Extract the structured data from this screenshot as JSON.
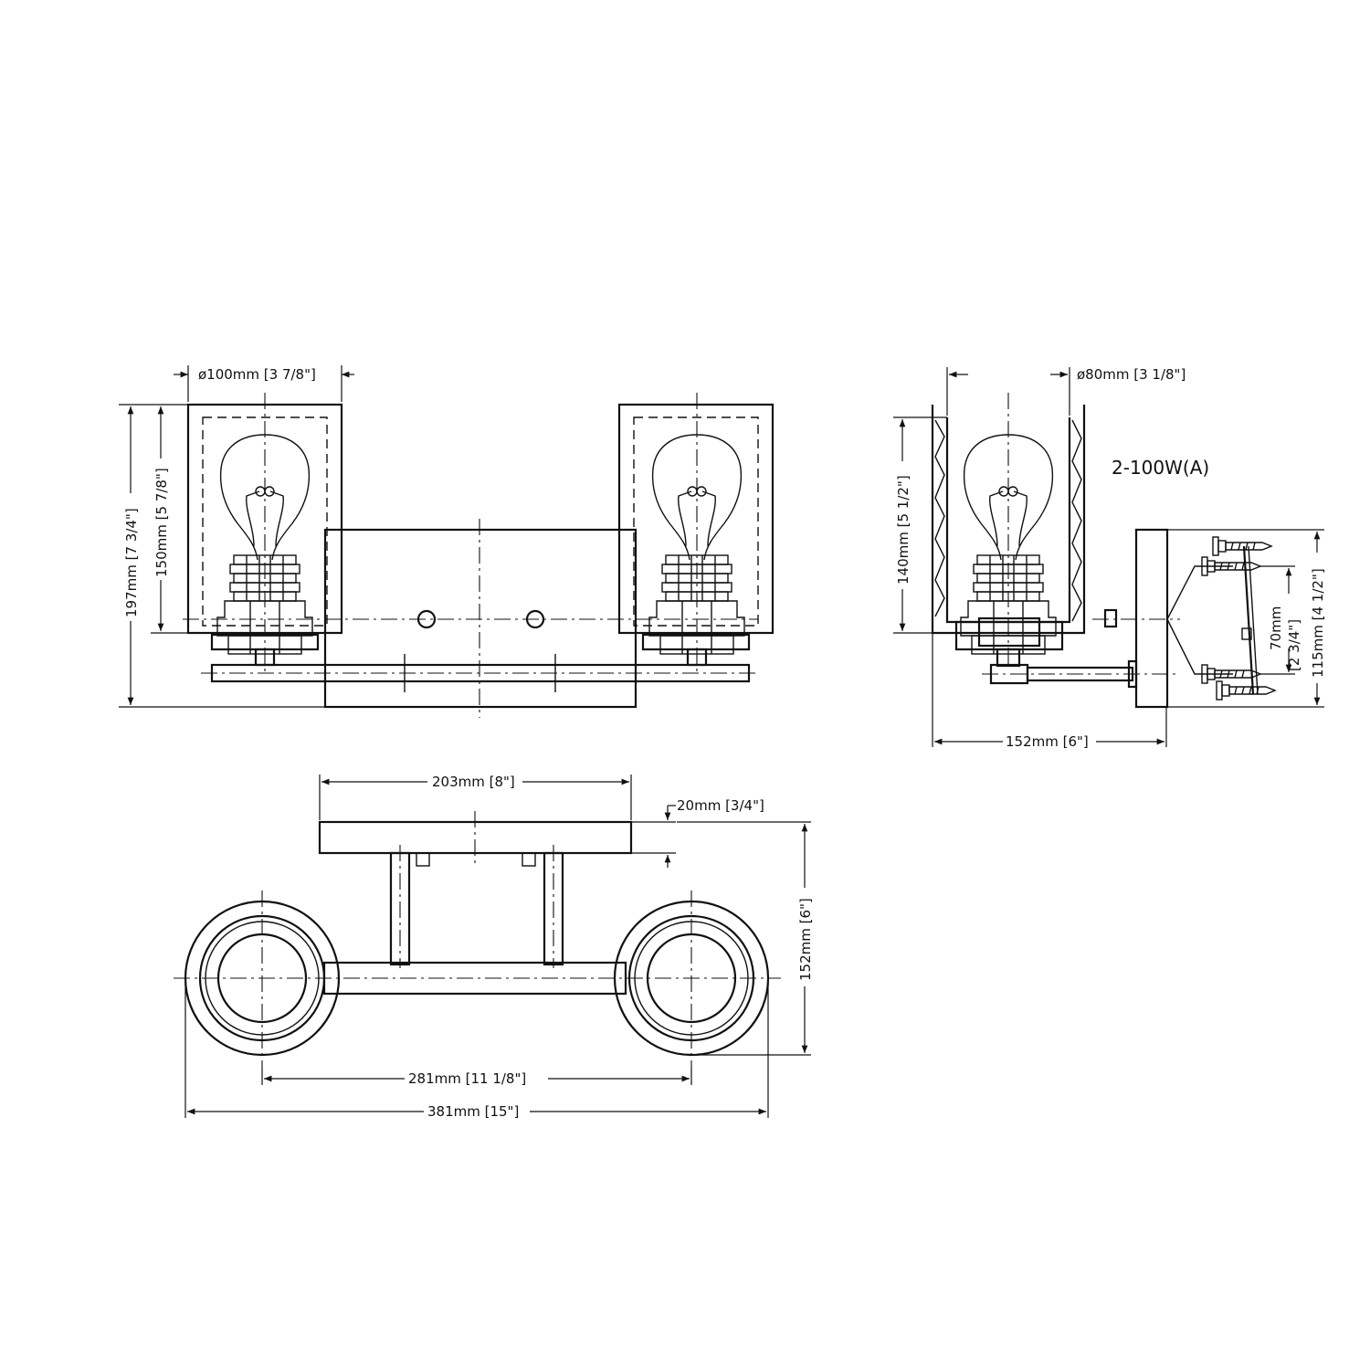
{
  "front_view": {
    "dim_shade_diameter": "ø100mm [3 7/8\"]",
    "dim_overall_height": "197mm [7 3/4\"]",
    "dim_shade_height": "150mm [5 7/8\"]"
  },
  "side_view": {
    "dim_shade_diameter": "ø80mm [3 1/8\"]",
    "dim_shade_height": "140mm [5 1/2\"]",
    "bulb_spec": "2-100W(A)",
    "dim_mount_spacing_mm": "70mm",
    "dim_mount_spacing_in": "[2 3/4\"]",
    "dim_backplate_height": "115mm [4 1/2\"]",
    "dim_extension": "152mm [6\"]"
  },
  "top_view": {
    "dim_backplate_width": "203mm [8\"]",
    "dim_backplate_depth": "20mm [3/4\"]",
    "dim_depth": "152mm [6\"]",
    "dim_center_spacing": "281mm [11 1/8\"]",
    "dim_overall_width": "381mm [15\"]"
  }
}
